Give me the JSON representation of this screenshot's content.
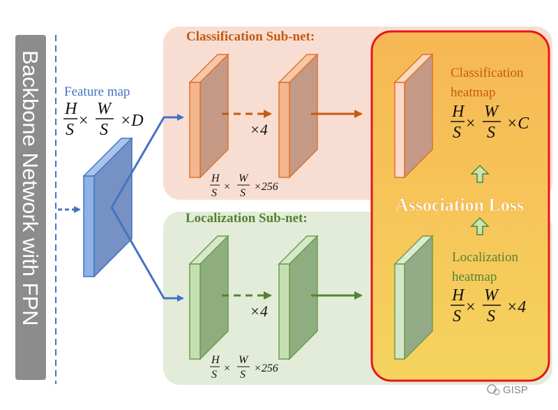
{
  "backbone": {
    "label": "Backbone Network with FPN"
  },
  "feature_map": {
    "label": "Feature map",
    "dims": {
      "num_h": "H",
      "den_s1": "S",
      "times1": "×",
      "num_w": "W",
      "den_s2": "S",
      "times2": "×D"
    }
  },
  "classification": {
    "title": "Classification Sub-net:",
    "repeat": "×4",
    "dims": {
      "num_h": "H",
      "den_s1": "S",
      "times1": "×",
      "num_w": "W",
      "den_s2": "S",
      "times2": "×256"
    },
    "heatmap_label_line1": "Classification",
    "heatmap_label_line2": "heatmap",
    "heatmap_dims": {
      "num_h": "H",
      "den_s1": "S",
      "times1": "×",
      "num_w": "W",
      "den_s2": "S",
      "times2": "×C"
    }
  },
  "localization": {
    "title": "Localization Sub-net:",
    "repeat": "×4",
    "dims": {
      "num_h": "H",
      "den_s1": "S",
      "times1": "×",
      "num_w": "W",
      "den_s2": "S",
      "times2": "×256"
    },
    "heatmap_label_line1": "Localization",
    "heatmap_label_line2": "heatmap",
    "heatmap_dims": {
      "num_h": "H",
      "den_s1": "S",
      "times1": "×",
      "num_w": "W",
      "den_s2": "S",
      "times2": "×4"
    }
  },
  "association_loss": {
    "label": "Association Loss"
  },
  "watermark": {
    "text": "GISP"
  },
  "colors": {
    "backbone_bar": "#8c8c8c",
    "blue": "#4472c4",
    "orange": "#c55a11",
    "green": "#548235",
    "red_border": "#e8141c",
    "cls_bg": "#f8ded2",
    "loc_bg": "#e3ecd8",
    "assoc_bg": "#f7c35a"
  }
}
